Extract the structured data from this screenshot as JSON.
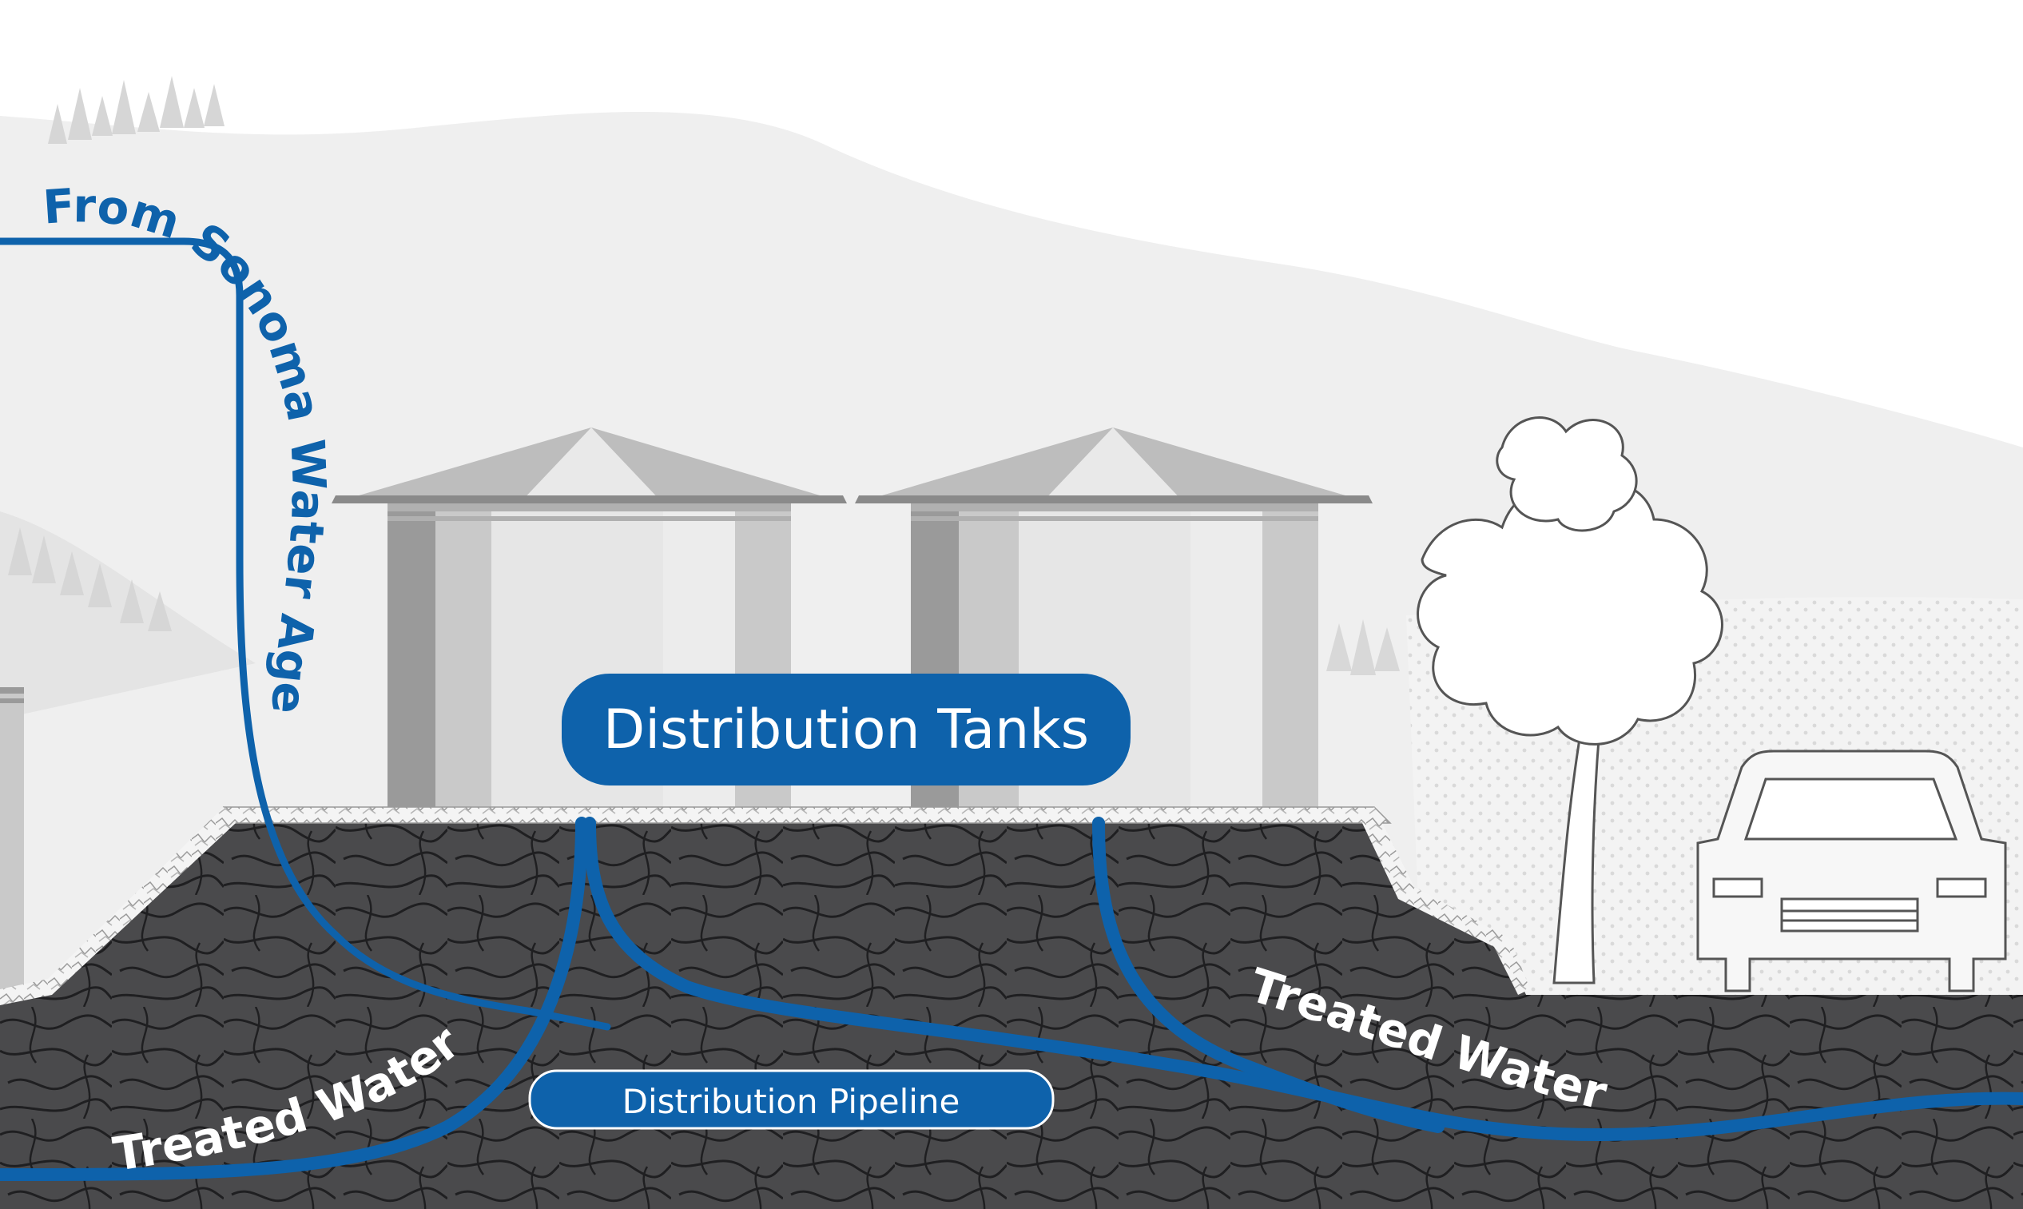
{
  "labels": {
    "source_pipe": "From Sonoma Water Agency",
    "tanks": "Distribution Tanks",
    "pipeline": "Distribution Pipeline",
    "treated_left": "Treated Water",
    "treated_right": "Treated Water"
  },
  "colors": {
    "pipe_blue": "#0e62ab",
    "ground_dark": "#4a4a4c",
    "hill_light": "#efefef",
    "tank_light": "#e6e6e6",
    "tank_mid": "#c9c9c9",
    "tank_dark": "#9a9a9a",
    "label_white": "#ffffff"
  },
  "icons": [
    "tree-icon",
    "car-icon",
    "pine-trees-icon",
    "water-tank-icon"
  ]
}
